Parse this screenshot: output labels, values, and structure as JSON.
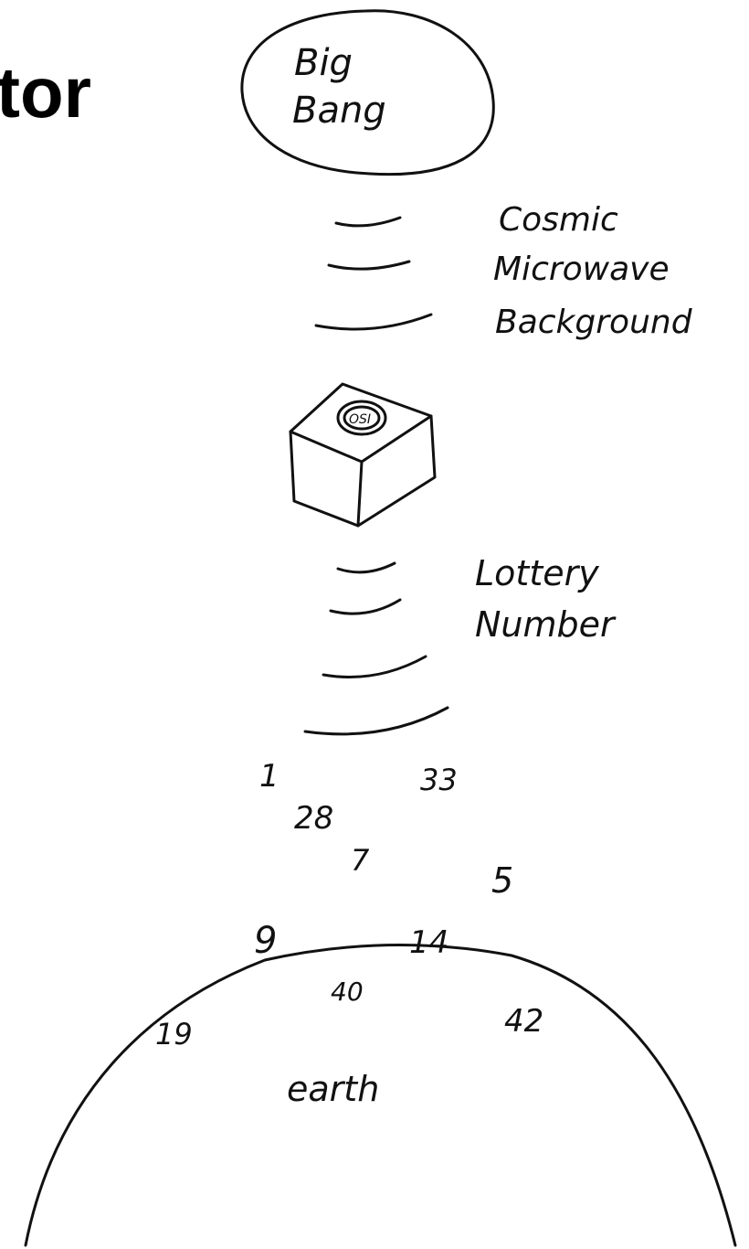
{
  "slide": {
    "title_fragment": "tor"
  },
  "diagram": {
    "source": "Big Bang",
    "source_line1": "Big",
    "source_line2": "Bang",
    "cmb_line1": "Cosmic",
    "cmb_line2": "Microwave",
    "cmb_line3": "Background",
    "box_badge": "OSI",
    "output_line1": "Lottery",
    "output_line2": "Number",
    "numbers": [
      "1",
      "28",
      "33",
      "7",
      "5",
      "9",
      "14",
      "40",
      "19",
      "42"
    ],
    "destination": "earth"
  },
  "colors": {
    "ink": "#111111",
    "background": "#ffffff"
  }
}
